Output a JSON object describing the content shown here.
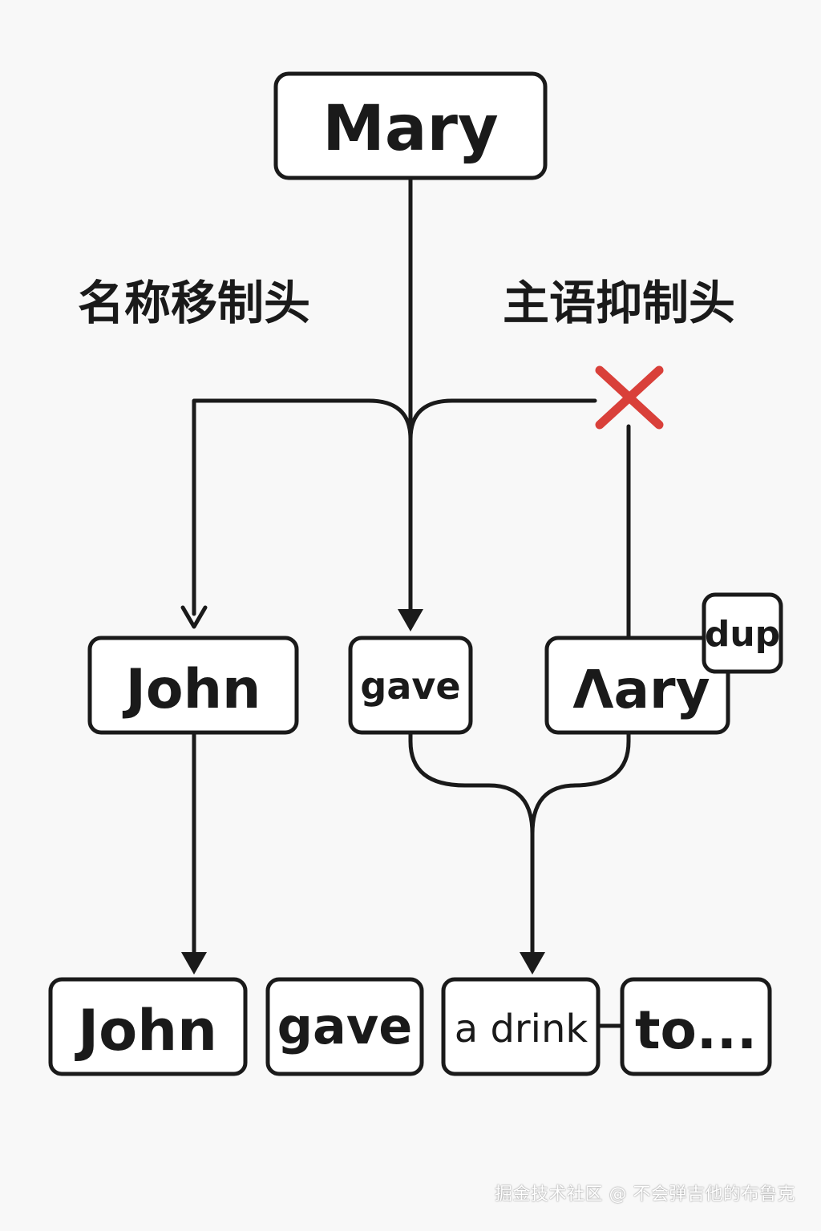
{
  "nodes": {
    "top": "Mary",
    "mid_john": "John",
    "mid_gave": "gave",
    "mid_mary": "Λary",
    "mid_dup": "dup",
    "bot_john": "John",
    "bot_gave": "gave",
    "bot_drink": "a drink",
    "bot_to": "to..."
  },
  "labels": {
    "left_head": "名称移制头",
    "right_head": "主语抑制头"
  },
  "watermark": "掘金技术社区 @ 不会弹吉他的布鲁克",
  "colors": {
    "stroke": "#1a1a1a",
    "cross": "#d9403a",
    "background": "#f8f8f8"
  }
}
